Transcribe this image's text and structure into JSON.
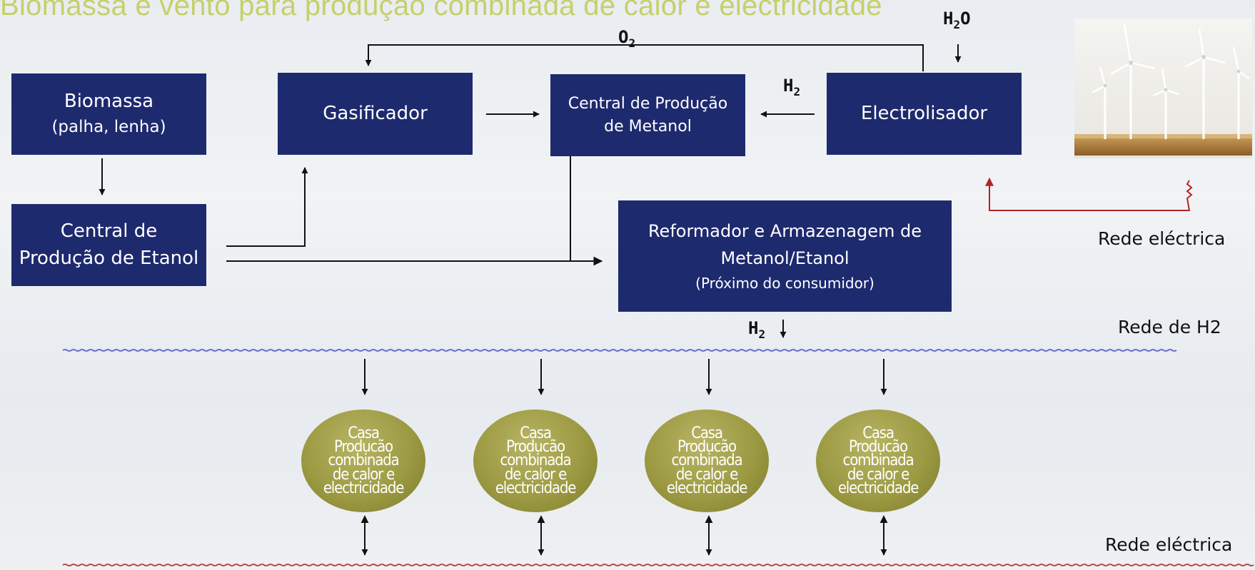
{
  "title": "Biomassa e vento para produção combinada de calor e electricidade",
  "boxes": {
    "biomassa": {
      "line1": "Biomassa",
      "line2": "(palha, lenha)"
    },
    "etanol": {
      "line1": "Central de",
      "line2": "Produção de Etanol"
    },
    "gasificador": {
      "label": "Gasificador"
    },
    "metanol": {
      "line1": "Central de Produção",
      "line2": "de Metanol"
    },
    "electrolisador": {
      "label": "Electrolisador"
    },
    "reformador": {
      "line1": "Reformador e Armazenagem de",
      "line2": "Metanol/Etanol",
      "line3": "(Próximo do consumidor)"
    }
  },
  "labels": {
    "o2": {
      "main": "O",
      "sub": "2"
    },
    "h2o": {
      "main": "H",
      "sub": "2",
      "tail": "O"
    },
    "h2_to_metanol": {
      "main": "H",
      "sub": "2"
    },
    "h2_down": {
      "main": "H",
      "sub": "2"
    }
  },
  "grids": {
    "rede_electrica_top": "Rede eléctrica",
    "rede_h2": "Rede de H2",
    "rede_electrica_bottom": "Rede eléctrica"
  },
  "casas": [
    {
      "lines": [
        "Casa",
        "Producão",
        "combinada",
        "de calor e",
        "electricidade"
      ]
    },
    {
      "lines": [
        "Casa",
        "Producão",
        "combinada",
        "de calor e",
        "electricidade"
      ]
    },
    {
      "lines": [
        "Casa",
        "Producão",
        "combinada",
        "de calor e",
        "electricidade"
      ]
    },
    {
      "lines": [
        "Casa",
        "Producão",
        "combinada",
        "de calor e",
        "electricidade"
      ]
    }
  ],
  "icons": {
    "wind_farm": "wind-turbines-photo"
  },
  "colors": {
    "box_fill": "#1e2a6e",
    "title_color": "#c7cf6a",
    "casa_fill": "#9c9a42",
    "h2_grid_line": "#6b6fd0",
    "electric_grid_line": "#c0484a"
  }
}
